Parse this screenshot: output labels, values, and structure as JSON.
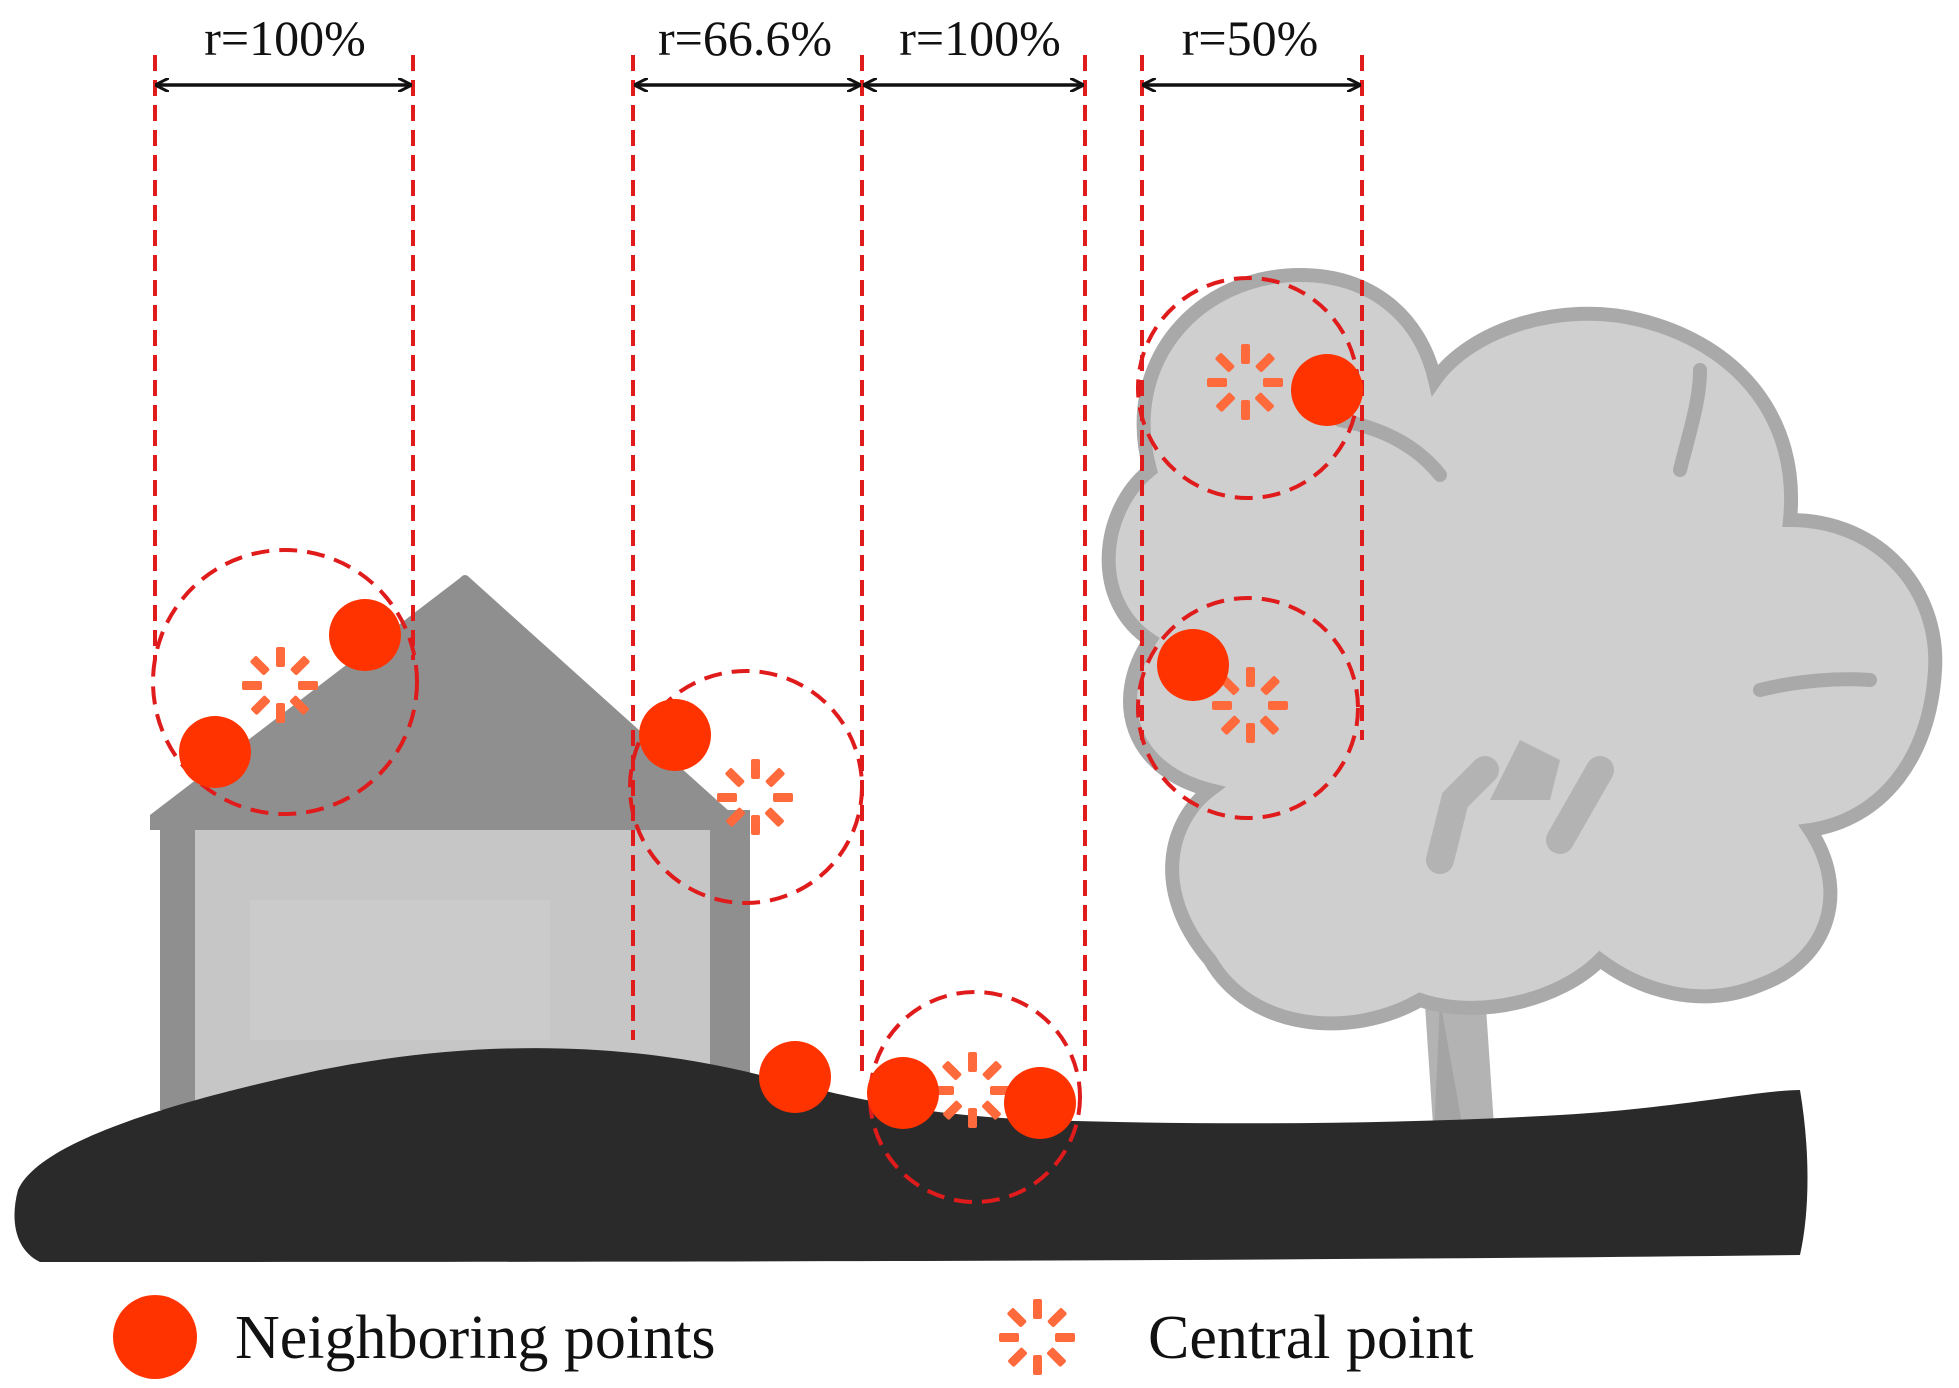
{
  "measurements": [
    {
      "label": "r=100%"
    },
    {
      "label": "r=66.6%"
    },
    {
      "label": "r=100%"
    },
    {
      "label": "r=50%"
    }
  ],
  "legend": {
    "neighboring": "Neighboring points",
    "central": "Central point"
  },
  "colors": {
    "neighbor_point": "#ff3300",
    "central_point": "#ff6a3d",
    "search_circle": "#e01b1b",
    "ground": "#2a2a2a",
    "house": "#8f8f8f",
    "tree": "#c9c9c9"
  }
}
